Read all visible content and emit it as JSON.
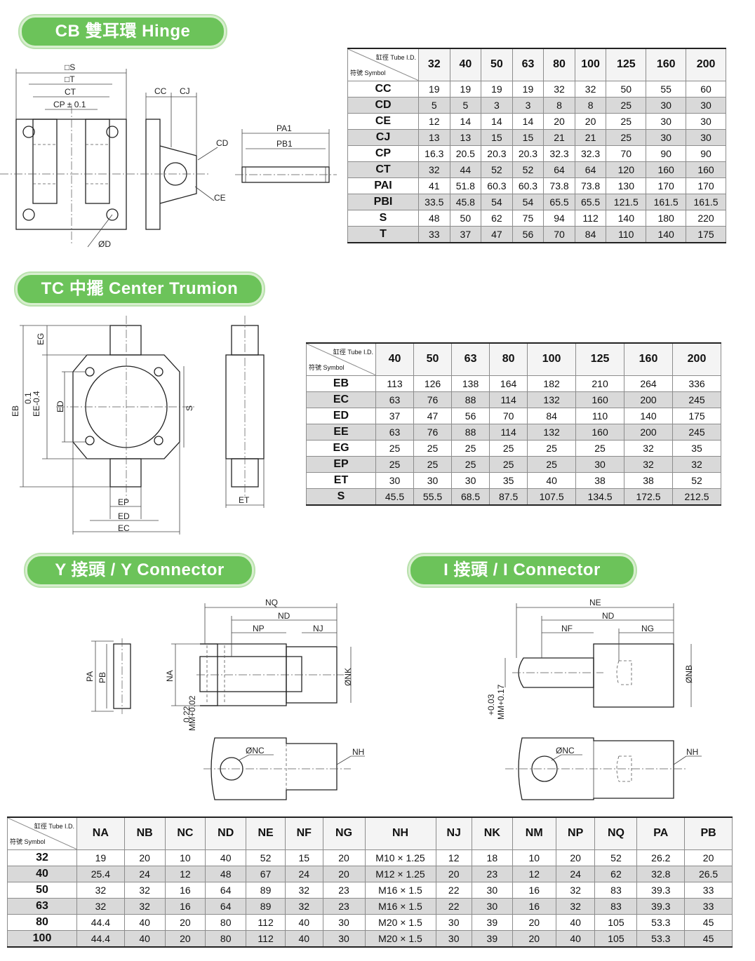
{
  "sections": {
    "cb": "CB 雙耳環 Hinge",
    "tc": "TC 中擺 Center Trumion",
    "y": "Y 接頭 / Y Connector",
    "i": "I 接頭 / I Connector"
  },
  "corner": {
    "top": "缸徑 Tube I.D.",
    "bottom": "符號 Symbol"
  },
  "cb_labels": {
    "S": "□S",
    "T": "□T",
    "CT": "CT",
    "CP": "CP ± 0.1",
    "CC": "CC",
    "CJ": "CJ",
    "CD": "CD",
    "CE": "CE",
    "D": "ØD",
    "PA1": "PA1",
    "PB1": "PB1"
  },
  "tc_labels": {
    "EG": "EG",
    "EB": "EB",
    "EE": "EE-0.4",
    "EE2": "0.1",
    "ED": "ED",
    "S": "S",
    "EP": "EP",
    "ED2": "ED",
    "EC": "EC",
    "ET": "ET"
  },
  "y_labels": {
    "NQ": "NQ",
    "ND": "ND",
    "NP": "NP",
    "NJ": "NJ",
    "NA": "NA",
    "NK": "ØNK",
    "MM": "MM+0.02",
    "MM2": "0.22",
    "PA": "PA",
    "PB": "PB",
    "NC": "ØNC",
    "NH": "NH"
  },
  "i_labels": {
    "NE": "NE",
    "ND": "ND",
    "NF": "NF",
    "NG": "NG",
    "NB": "ØNB",
    "MM": "MM+0.17",
    "MM2": "+0.03",
    "NC": "ØNC",
    "NH": "NH"
  },
  "cb_table": {
    "cols": [
      "32",
      "40",
      "50",
      "63",
      "80",
      "100",
      "125",
      "160",
      "200"
    ],
    "rows": [
      {
        "sym": "CC",
        "v": [
          "19",
          "19",
          "19",
          "19",
          "32",
          "32",
          "50",
          "55",
          "60"
        ]
      },
      {
        "sym": "CD",
        "v": [
          "5",
          "5",
          "3",
          "3",
          "8",
          "8",
          "25",
          "30",
          "30"
        ]
      },
      {
        "sym": "CE",
        "v": [
          "12",
          "14",
          "14",
          "14",
          "20",
          "20",
          "25",
          "30",
          "30"
        ]
      },
      {
        "sym": "CJ",
        "v": [
          "13",
          "13",
          "15",
          "15",
          "21",
          "21",
          "25",
          "30",
          "30"
        ]
      },
      {
        "sym": "CP",
        "v": [
          "16.3",
          "20.5",
          "20.3",
          "20.3",
          "32.3",
          "32.3",
          "70",
          "90",
          "90"
        ]
      },
      {
        "sym": "CT",
        "v": [
          "32",
          "44",
          "52",
          "52",
          "64",
          "64",
          "120",
          "160",
          "160"
        ]
      },
      {
        "sym": "PAI",
        "v": [
          "41",
          "51.8",
          "60.3",
          "60.3",
          "73.8",
          "73.8",
          "130",
          "170",
          "170"
        ]
      },
      {
        "sym": "PBI",
        "v": [
          "33.5",
          "45.8",
          "54",
          "54",
          "65.5",
          "65.5",
          "121.5",
          "161.5",
          "161.5"
        ]
      },
      {
        "sym": "S",
        "v": [
          "48",
          "50",
          "62",
          "75",
          "94",
          "112",
          "140",
          "180",
          "220"
        ]
      },
      {
        "sym": "T",
        "v": [
          "33",
          "37",
          "47",
          "56",
          "70",
          "84",
          "110",
          "140",
          "175"
        ]
      }
    ]
  },
  "tc_table": {
    "cols": [
      "40",
      "50",
      "63",
      "80",
      "100",
      "125",
      "160",
      "200"
    ],
    "rows": [
      {
        "sym": "EB",
        "v": [
          "113",
          "126",
          "138",
          "164",
          "182",
          "210",
          "264",
          "336"
        ]
      },
      {
        "sym": "EC",
        "v": [
          "63",
          "76",
          "88",
          "114",
          "132",
          "160",
          "200",
          "245"
        ]
      },
      {
        "sym": "ED",
        "v": [
          "37",
          "47",
          "56",
          "70",
          "84",
          "110",
          "140",
          "175"
        ]
      },
      {
        "sym": "EE",
        "v": [
          "63",
          "76",
          "88",
          "114",
          "132",
          "160",
          "200",
          "245"
        ]
      },
      {
        "sym": "EG",
        "v": [
          "25",
          "25",
          "25",
          "25",
          "25",
          "25",
          "32",
          "35"
        ]
      },
      {
        "sym": "EP",
        "v": [
          "25",
          "25",
          "25",
          "25",
          "25",
          "30",
          "32",
          "32"
        ]
      },
      {
        "sym": "ET",
        "v": [
          "30",
          "30",
          "30",
          "35",
          "40",
          "38",
          "38",
          "52"
        ]
      },
      {
        "sym": "S",
        "v": [
          "45.5",
          "55.5",
          "68.5",
          "87.5",
          "107.5",
          "134.5",
          "172.5",
          "212.5"
        ]
      }
    ]
  },
  "conn_table": {
    "cols": [
      "NA",
      "NB",
      "NC",
      "ND",
      "NE",
      "NF",
      "NG",
      "NH",
      "NJ",
      "NK",
      "NM",
      "NP",
      "NQ",
      "PA",
      "PB"
    ],
    "rows": [
      {
        "sym": "32",
        "v": [
          "19",
          "20",
          "10",
          "40",
          "52",
          "15",
          "20",
          "M10 × 1.25",
          "12",
          "18",
          "10",
          "20",
          "52",
          "26.2",
          "20"
        ]
      },
      {
        "sym": "40",
        "v": [
          "25.4",
          "24",
          "12",
          "48",
          "67",
          "24",
          "20",
          "M12 × 1.25",
          "20",
          "23",
          "12",
          "24",
          "62",
          "32.8",
          "26.5"
        ]
      },
      {
        "sym": "50",
        "v": [
          "32",
          "32",
          "16",
          "64",
          "89",
          "32",
          "23",
          "M16 × 1.5",
          "22",
          "30",
          "16",
          "32",
          "83",
          "39.3",
          "33"
        ]
      },
      {
        "sym": "63",
        "v": [
          "32",
          "32",
          "16",
          "64",
          "89",
          "32",
          "23",
          "M16 × 1.5",
          "22",
          "30",
          "16",
          "32",
          "83",
          "39.3",
          "33"
        ]
      },
      {
        "sym": "80",
        "v": [
          "44.4",
          "40",
          "20",
          "80",
          "112",
          "40",
          "30",
          "M20 × 1.5",
          "30",
          "39",
          "20",
          "40",
          "105",
          "53.3",
          "45"
        ]
      },
      {
        "sym": "100",
        "v": [
          "44.4",
          "40",
          "20",
          "80",
          "112",
          "40",
          "30",
          "M20 × 1.5",
          "30",
          "39",
          "20",
          "40",
          "105",
          "53.3",
          "45"
        ]
      }
    ]
  }
}
